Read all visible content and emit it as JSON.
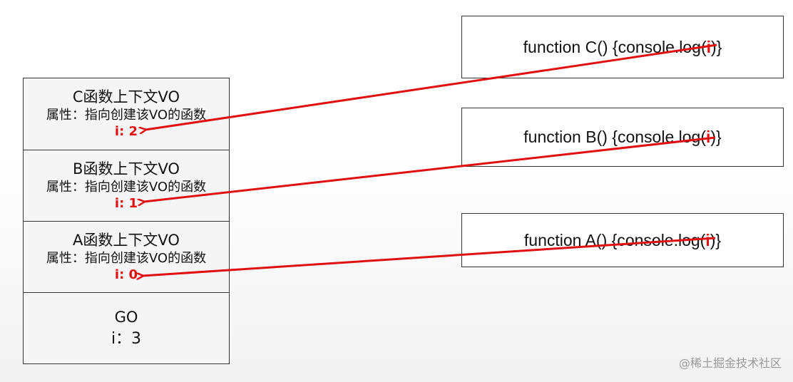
{
  "stack_frames": [
    {
      "title": "C函数上下文VO",
      "property": "属性：指向创建该VO的函数",
      "value": "i: 2"
    },
    {
      "title": "B函数上下文VO",
      "property": "属性：指向创建该VO的函数",
      "value": "i: 1"
    },
    {
      "title": "A函数上下文VO",
      "property": "属性：指向创建该VO的函数",
      "value": "i: 0"
    }
  ],
  "global": {
    "title": "GO",
    "value": "i：3"
  },
  "functions": [
    {
      "prefix": "function C() {console.log(",
      "var": "i",
      "suffix": ")}"
    },
    {
      "prefix": "function B() {console.log(",
      "var": "i",
      "suffix": ")}"
    },
    {
      "prefix": "function A() {console.log(",
      "var": "i",
      "suffix": ")}"
    }
  ],
  "colors": {
    "arrow": "#e01010",
    "highlight": "#e01010"
  },
  "watermark": "@稀土掘金技术社区"
}
